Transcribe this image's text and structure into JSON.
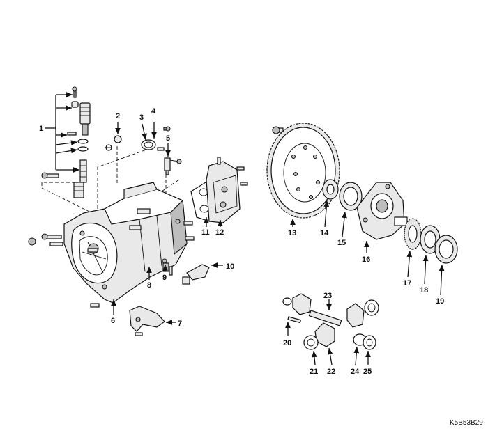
{
  "figure_code": "K5B53B29",
  "callouts": {
    "c1": "1",
    "c2": "2",
    "c3": "3",
    "c4": "4",
    "c5": "5",
    "c6": "6",
    "c7": "7",
    "c8": "8",
    "c9": "9",
    "c10": "10",
    "c11": "11",
    "c12": "12",
    "c13": "13",
    "c14": "14",
    "c15": "15",
    "c16": "16",
    "c17": "17",
    "c18": "18",
    "c19": "19",
    "c20": "20",
    "c21": "21",
    "c22": "22",
    "c23": "23",
    "c24": "24",
    "c25": "25"
  }
}
